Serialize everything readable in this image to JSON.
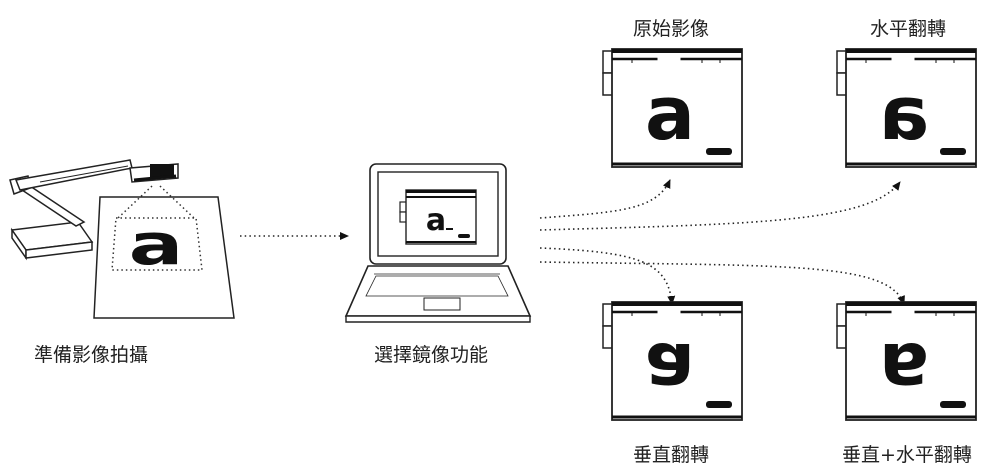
{
  "steps": {
    "capture_label": "準備影像拍攝",
    "select_label": "選擇鏡像功能"
  },
  "outputs": {
    "original_label": "原始影像",
    "horizontal_label": "水平翻轉",
    "vertical_label": "垂直翻轉",
    "both_label": "垂直+水平翻轉"
  },
  "document_letter": "a",
  "screen_letter": "a",
  "colors": {
    "ink": "#111111",
    "paper": "#ffffff",
    "line": "#222222"
  },
  "icons": [
    "document-camera-icon",
    "laptop-icon",
    "display-window-icon",
    "arrow-icon"
  ]
}
